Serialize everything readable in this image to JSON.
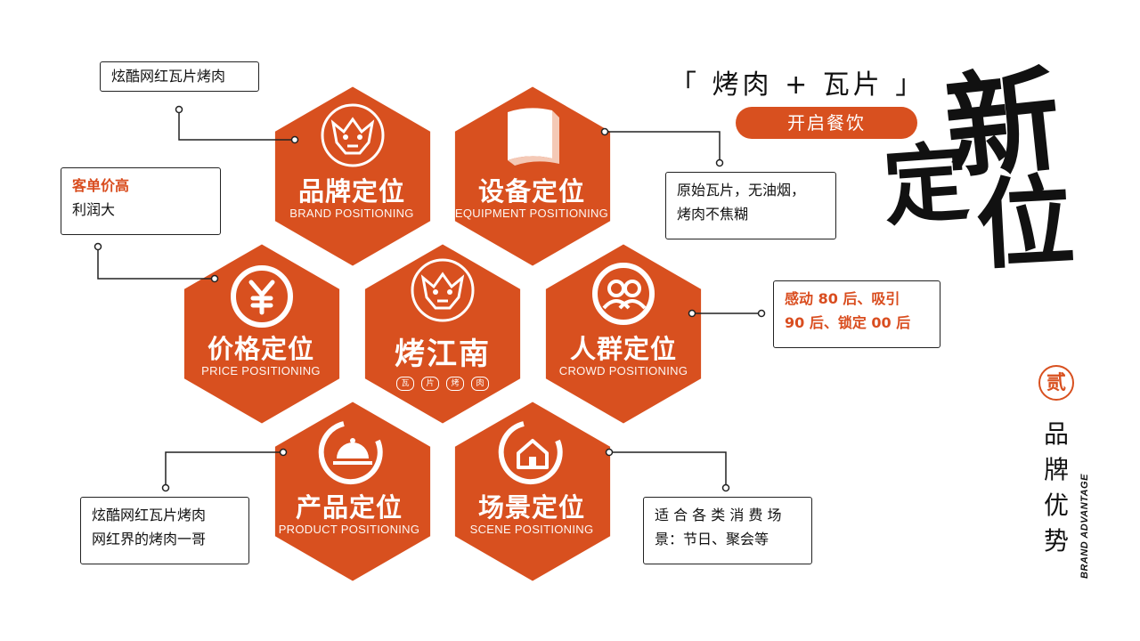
{
  "hexagons": [
    {
      "id": "brand",
      "title": "品牌定位",
      "subtitle": "BRAND POSITIONING",
      "icon": "beast-mask-icon"
    },
    {
      "id": "equipment",
      "title": "设备定位",
      "subtitle": "EQUIPMENT POSITIONING",
      "icon": "tile-slab-icon"
    },
    {
      "id": "price",
      "title": "价格定位",
      "subtitle": "PRICE POSITIONING",
      "icon": "yen-icon"
    },
    {
      "id": "crowd",
      "title": "人群定位",
      "subtitle": "CROWD POSITIONING",
      "icon": "people-icon"
    },
    {
      "id": "product",
      "title": "产品定位",
      "subtitle": "PRODUCT POSITIONING",
      "icon": "cloche-icon"
    },
    {
      "id": "scene",
      "title": "场景定位",
      "subtitle": "SCENE POSITIONING",
      "icon": "house-icon"
    }
  ],
  "center_brand": {
    "name": "烤江南",
    "tags": [
      "瓦",
      "片",
      "烤",
      "肉"
    ],
    "icon": "beast-mask-icon"
  },
  "callouts": {
    "brand": {
      "line1": "炫酷网红瓦片烤肉"
    },
    "price": {
      "line1": "客单价高",
      "line2": "利润大"
    },
    "equipment": {
      "line1": "原始瓦片，无油烟，",
      "line2": "烤肉不焦糊"
    },
    "crowd": {
      "line1": "感动 80 后、吸引",
      "line2": "90 后、锁定 00 后"
    },
    "product": {
      "line1": "炫酷网红瓦片烤肉",
      "line2": "网红界的烤肉一哥"
    },
    "scene": {
      "line1": "适 合 各 类 消 费 场",
      "line2": "景：节日、聚会等"
    }
  },
  "headline": {
    "text": "「 烤肉 + 瓦片 」",
    "pill": "开启餐饮"
  },
  "big_title": {
    "c1": "新",
    "c2": "定",
    "c3": "位"
  },
  "section": {
    "number": "贰",
    "title": [
      "品",
      "牌",
      "优",
      "势"
    ],
    "english": "BRAND ADVANTAGE"
  },
  "colors": {
    "accent": "#d8501f",
    "text": "#111111",
    "background": "#ffffff"
  }
}
